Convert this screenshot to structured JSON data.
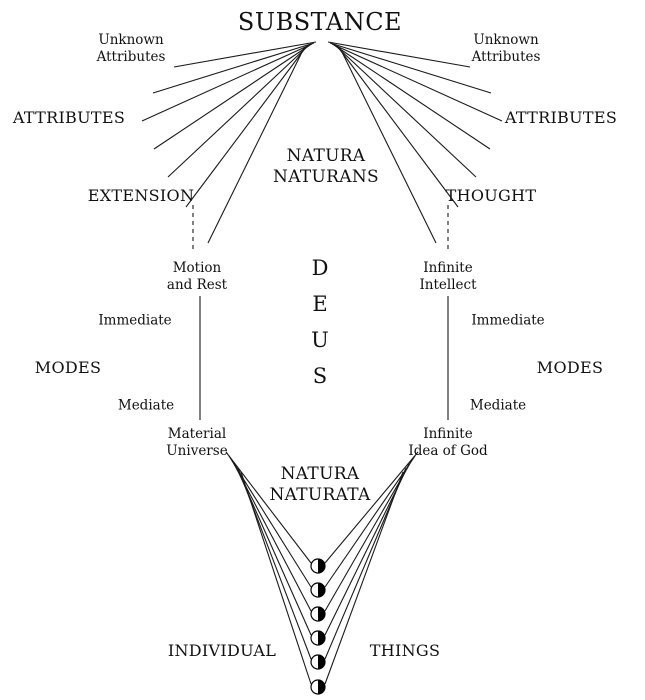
{
  "diagram_title": "Spinoza metaphysics diagram",
  "labels": {
    "substance": "SUBSTANCE",
    "unknown_line1": "Unknown",
    "unknown_line2": "Attributes",
    "attributes": "ATTRIBUTES",
    "natura_naturans_line1": "NATURA",
    "natura_naturans_line2": "NATURANS",
    "extension": "EXTENSION",
    "thought": "THOUGHT",
    "motion_line1": "Motion",
    "motion_line2": "and Rest",
    "infinite_intellect_line1": "Infinite",
    "infinite_intellect_line2": "Intellect",
    "deus_d": "D",
    "deus_e": "E",
    "deus_u": "U",
    "deus_s": "S",
    "immediate": "Immediate",
    "modes": "MODES",
    "mediate": "Mediate",
    "material_universe_line1": "Material",
    "material_universe_line2": "Universe",
    "infinite_idea_line1": "Infinite",
    "infinite_idea_line2": "Idea of God",
    "natura_naturata_line1": "NATURA",
    "natura_naturata_line2": "NATURATA",
    "individual": "INDIVIDUAL",
    "things": "THINGS"
  },
  "colors": {
    "line": "#1a1a1a",
    "text": "#111111",
    "background": "#ffffff",
    "node_fill_dark": "#000000",
    "node_fill_light": "#ffffff"
  },
  "node_count": 6
}
